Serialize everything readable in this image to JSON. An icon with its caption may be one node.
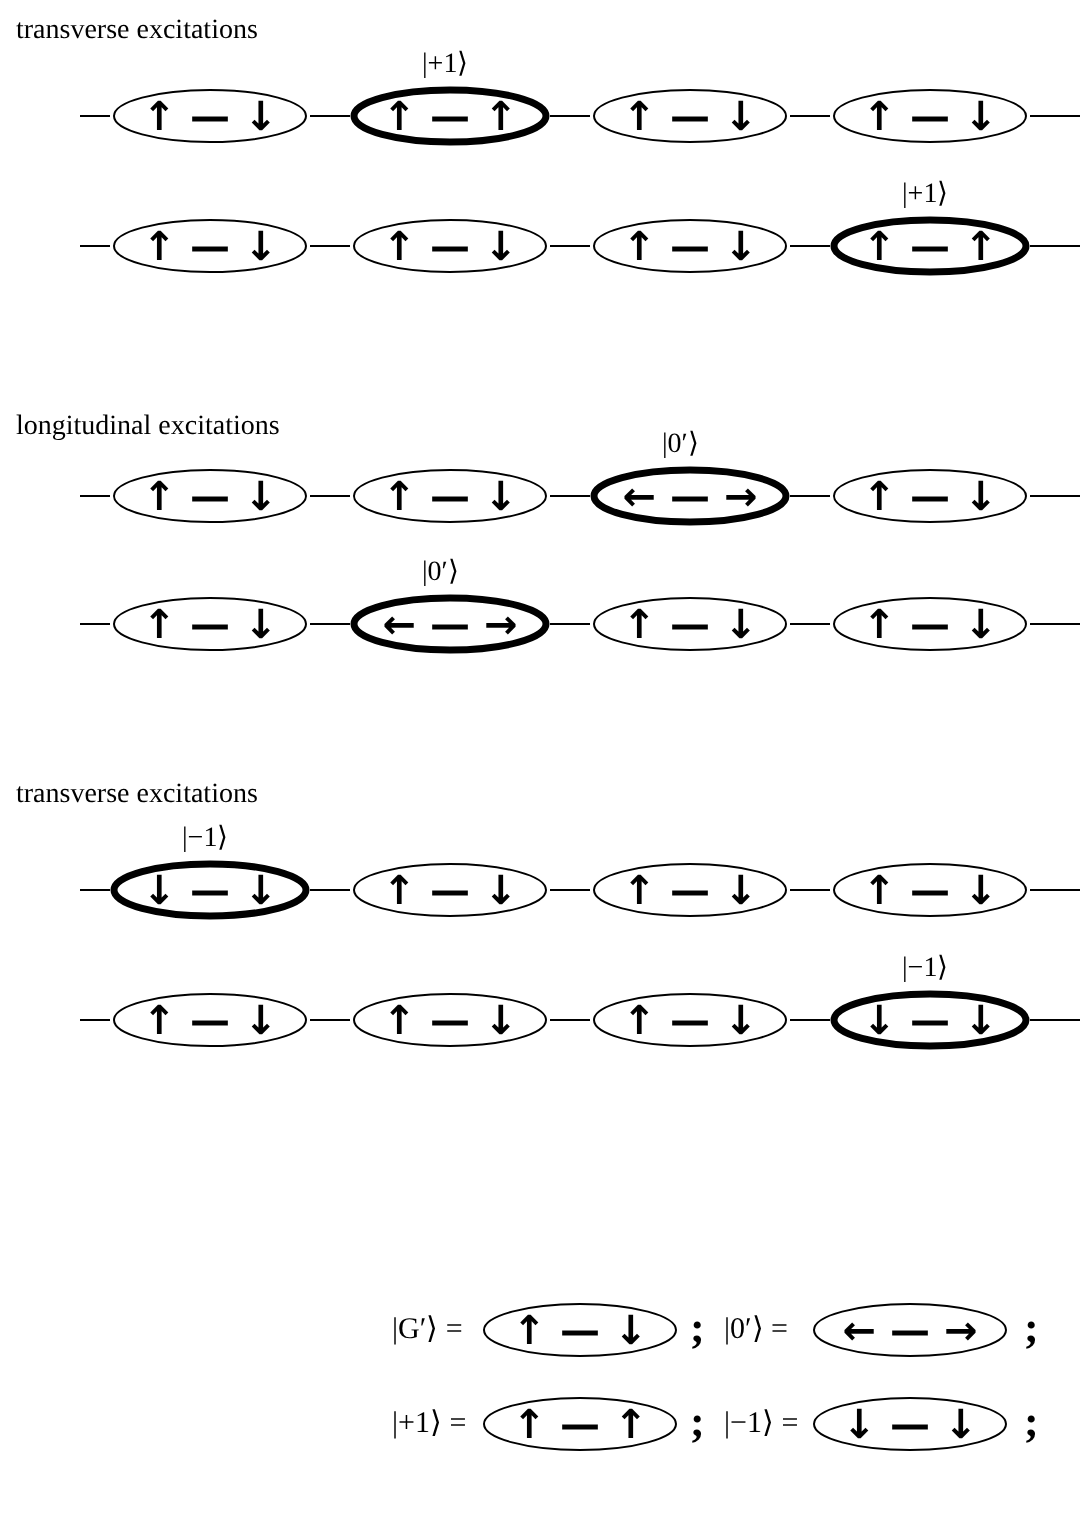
{
  "diagram": {
    "nodes": [
      {
        "text": [
          "↑ — ↓"
        ]
      },
      {
        "text": [
          "↑ — ↑"
        ],
        "beside": [
          "|+1⟩"
        ]
      },
      {
        "text": [
          "↑ — ↓"
        ]
      },
      {
        "text": [
          "↑ — ↓"
        ]
      },
      {
        "text": [
          "↑ — ↓"
        ]
      },
      {
        "text": [
          "↑ — ↓"
        ]
      },
      {
        "text": [
          "↑ — ↓"
        ]
      },
      {
        "text": [
          "↑ — ↑"
        ],
        "beside": [
          "|+1⟩"
        ]
      },
      {
        "text": [
          "↑ — ↓"
        ]
      },
      {
        "text": [
          "↑ — ↓"
        ]
      },
      {
        "text": [
          "← — →"
        ],
        "beside": [
          "|0′⟩"
        ]
      },
      {
        "text": [
          "↑ — ↓"
        ]
      },
      {
        "text": [
          "↑ — ↓"
        ]
      },
      {
        "text": [
          "← — →"
        ],
        "beside": [
          "|0′⟩"
        ]
      },
      {
        "text": [
          "↑ — ↓"
        ]
      },
      {
        "text": [
          "↑ — ↓"
        ]
      },
      {
        "text": [
          "↓ — ↓"
        ],
        "beside": [
          "|−1⟩"
        ]
      },
      {
        "text": [
          "↑ — ↓"
        ]
      },
      {
        "text": [
          "↑ — ↓"
        ]
      },
      {
        "text": [
          "↑ — ↓"
        ]
      },
      {
        "text": [
          "↑ — ↓"
        ]
      },
      {
        "text": [
          "↑ — ↓"
        ]
      },
      {
        "text": [
          "↑ — ↓"
        ]
      },
      {
        "text": [
          "↓ — ↓"
        ],
        "beside": [
          "|−1⟩"
        ]
      },
      {
        "text": [
          "↑ — ↓"
        ]
      },
      {
        "text": [
          "← — →"
        ]
      },
      {
        "text": [
          "↑ — ↑"
        ]
      },
      {
        "text": [
          "↓ — ↓"
        ]
      }
    ],
    "edges": [
      {
        "from": null,
        "to": 0,
        "arrow": "none"
      },
      {
        "from": 0,
        "to": 1,
        "arrow": "none"
      },
      {
        "from": 1,
        "to": 2,
        "arrow": "none"
      },
      {
        "from": 2,
        "to": 3,
        "arrow": "none"
      },
      {
        "from": 3,
        "to": null,
        "arrow": "none"
      },
      {
        "from": null,
        "to": 4,
        "arrow": "none"
      },
      {
        "from": 4,
        "to": 5,
        "arrow": "none"
      },
      {
        "from": 5,
        "to": 6,
        "arrow": "none"
      },
      {
        "from": 6,
        "to": 7,
        "arrow": "none"
      },
      {
        "from": 7,
        "to": null,
        "arrow": "none"
      },
      {
        "from": null,
        "to": 8,
        "arrow": "none"
      },
      {
        "from": 8,
        "to": 9,
        "arrow": "none"
      },
      {
        "from": 9,
        "to": 10,
        "arrow": "none"
      },
      {
        "from": 10,
        "to": 11,
        "arrow": "none"
      },
      {
        "from": 11,
        "to": null,
        "arrow": "none"
      },
      {
        "from": null,
        "to": 12,
        "arrow": "none"
      },
      {
        "from": 12,
        "to": 13,
        "arrow": "none"
      },
      {
        "from": 13,
        "to": 14,
        "arrow": "none"
      },
      {
        "from": 14,
        "to": 15,
        "arrow": "none"
      },
      {
        "from": 15,
        "to": null,
        "arrow": "none"
      },
      {
        "from": null,
        "to": 16,
        "arrow": "none"
      },
      {
        "from": 16,
        "to": 17,
        "arrow": "none"
      },
      {
        "from": 17,
        "to": 18,
        "arrow": "none"
      },
      {
        "from": 18,
        "to": 19,
        "arrow": "none"
      },
      {
        "from": 19,
        "to": null,
        "arrow": "none"
      },
      {
        "from": null,
        "to": 20,
        "arrow": "none"
      },
      {
        "from": 20,
        "to": 21,
        "arrow": "none"
      },
      {
        "from": 21,
        "to": 22,
        "arrow": "none"
      },
      {
        "from": 22,
        "to": 23,
        "arrow": "none"
      },
      {
        "from": 23,
        "to": null,
        "arrow": "none"
      }
    ],
    "labels": [
      "transverse excitations",
      "longitudinal excitations",
      "transverse excitations",
      "|G′⟩ =",
      ";",
      "|0′⟩ =",
      ";",
      "|+1⟩ =",
      ";",
      "|−1⟩ =",
      ";"
    ]
  }
}
